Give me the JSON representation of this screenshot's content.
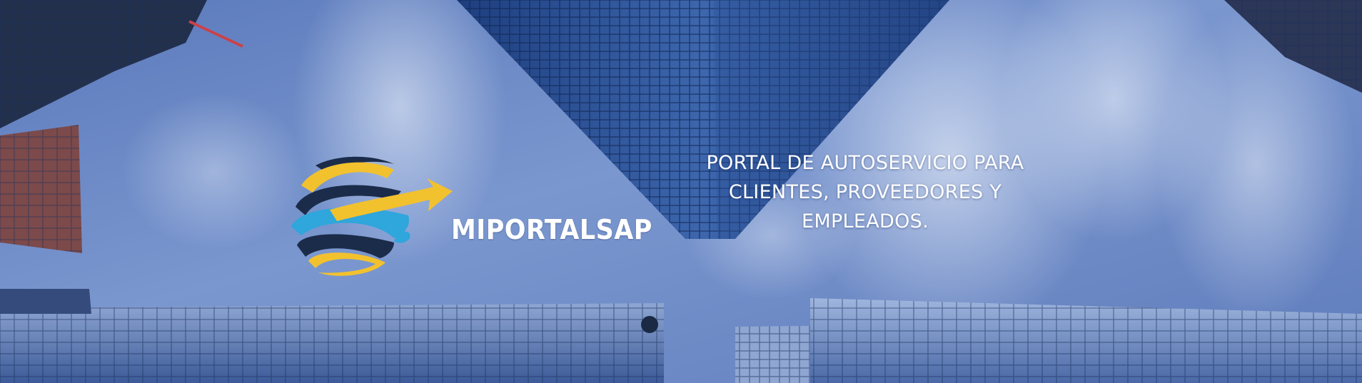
{
  "brand": {
    "name": "MIPORTALSAP"
  },
  "tagline": {
    "lines": [
      "PORTAL DE AUTOSERVICIO PARA",
      "CLIENTES, PROVEEDORES Y",
      "EMPLEADOS."
    ]
  },
  "icons": {
    "logo": "globe-arrow-icon"
  },
  "colors": {
    "sky": "#6f8cc7",
    "logo_yellow": "#f2c12e",
    "logo_blue": "#2fa6dc",
    "logo_navy": "#1b2c4a",
    "text": "#ffffff"
  }
}
